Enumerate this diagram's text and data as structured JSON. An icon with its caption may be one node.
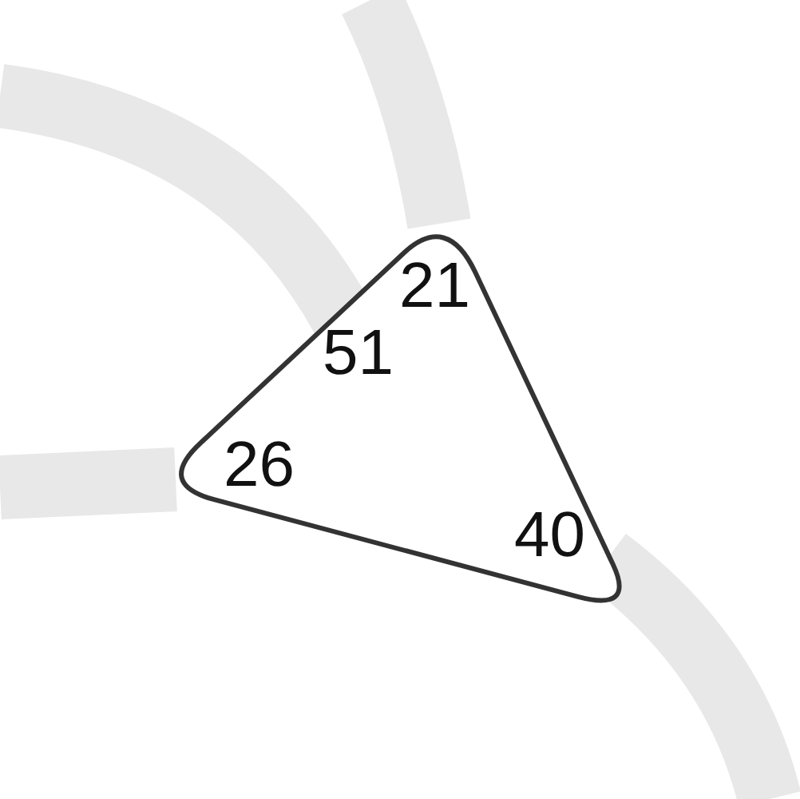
{
  "diagram": {
    "nodes": [
      {
        "text": [
          "21",
          "51",
          "26",
          "40"
        ]
      }
    ]
  }
}
